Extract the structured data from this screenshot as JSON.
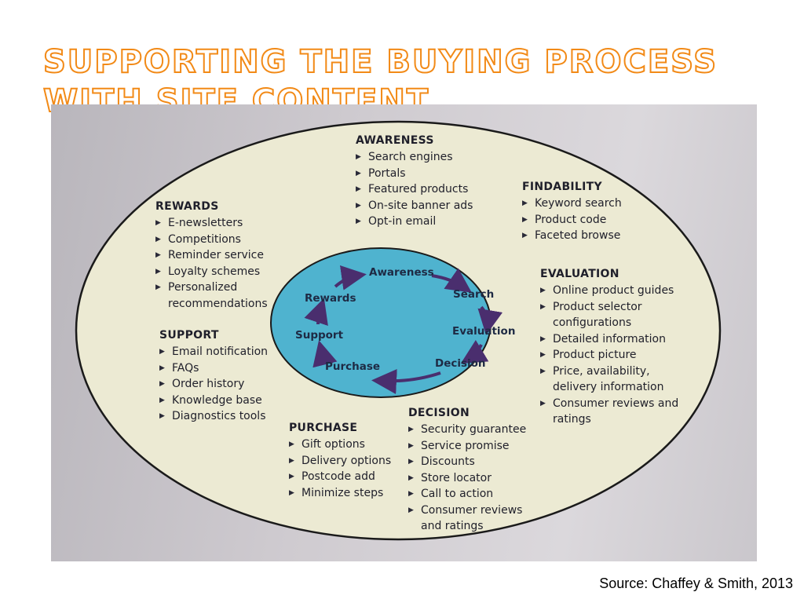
{
  "slide": {
    "title": "SUPPORTING THE BUYING PROCESS WITH SITE CONTENT",
    "source": "Source: Chaffey & Smith, 2013"
  },
  "diagram": {
    "sections": {
      "awareness": {
        "heading": "AWARENESS",
        "items": [
          "Search engines",
          "Portals",
          "Featured products",
          "On-site banner ads",
          "Opt-in email"
        ]
      },
      "findability": {
        "heading": "FINDABILITY",
        "items": [
          "Keyword search",
          "Product code",
          "Faceted browse"
        ]
      },
      "rewards": {
        "heading": "REWARDS",
        "items": [
          "E-newsletters",
          "Competitions",
          "Reminder service",
          "Loyalty schemes",
          "Personalized recommendations"
        ]
      },
      "evaluation": {
        "heading": "EVALUATION",
        "items": [
          "Online product guides",
          "Product selector configurations",
          "Detailed information",
          "Product picture",
          "Price, availability, delivery information",
          "Consumer reviews and ratings"
        ]
      },
      "support": {
        "heading": "SUPPORT",
        "items": [
          "Email notification",
          "FAQs",
          "Order history",
          "Knowledge base",
          "Diagnostics tools"
        ]
      },
      "purchase": {
        "heading": "PURCHASE",
        "items": [
          "Gift options",
          "Delivery options",
          "Postcode add",
          "Minimize steps"
        ]
      },
      "decision": {
        "heading": "DECISION",
        "items": [
          "Security guarantee",
          "Service promise",
          "Discounts",
          "Store locator",
          "Call to action",
          "Consumer reviews and ratings"
        ]
      }
    },
    "cycle": {
      "awareness": "Awareness",
      "search": "Search",
      "evaluation": "Evaluation",
      "decision": "Decision",
      "purchase": "Purchase",
      "support": "Support",
      "rewards": "Rewards"
    },
    "colors": {
      "outer_ellipse": "#ecead3",
      "inner_ellipse": "#4fb3cf",
      "arrow": "#4a2e6e",
      "title_outline": "#f28a17"
    }
  }
}
